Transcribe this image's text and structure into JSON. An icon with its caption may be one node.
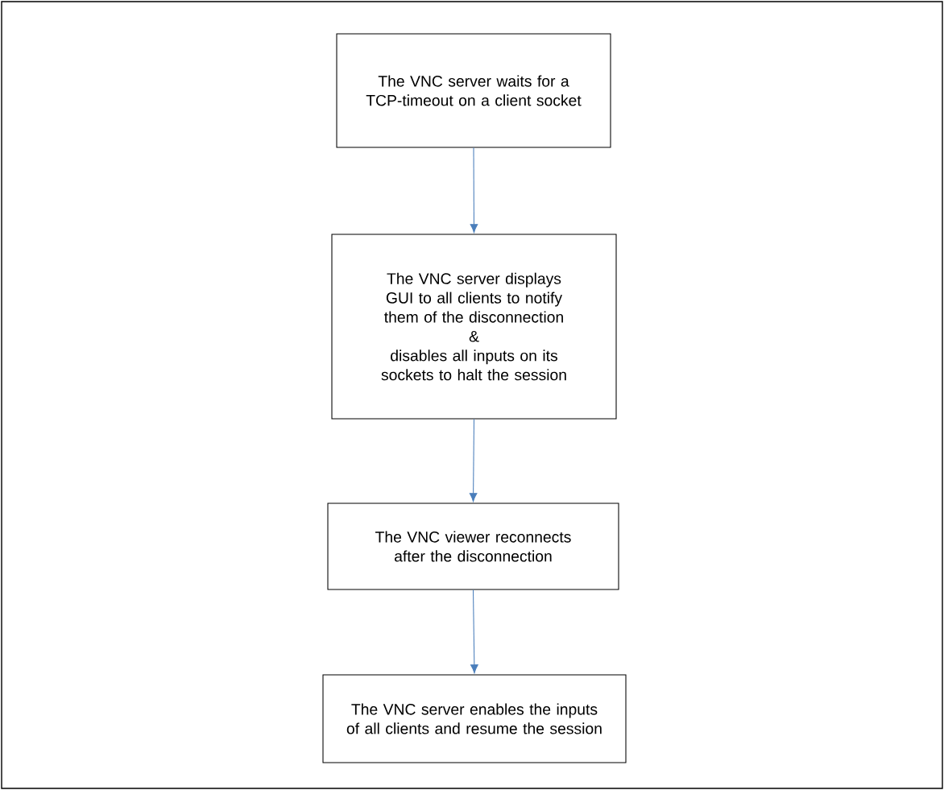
{
  "diagram": {
    "nodes": [
      {
        "text": [
          "The VNC server waits for a TCP-timeout on a client socket"
        ]
      },
      {
        "text": [
          "The VNC server displays GUI to all clients to notify them of the disconnection",
          "&",
          "disables all inputs on its sockets to halt the session"
        ]
      },
      {
        "text": [
          "The VNC viewer reconnects after the disconnection"
        ]
      },
      {
        "text": [
          "The VNC server enables the inputs of all clients and resume the session"
        ]
      }
    ],
    "edges": [
      {
        "from": 0,
        "to": 1,
        "arrow": "to",
        "color": "#4a7ebb"
      },
      {
        "from": 1,
        "to": 2,
        "arrow": "to",
        "color": "#4a7ebb"
      },
      {
        "from": 2,
        "to": 3,
        "arrow": "to",
        "color": "#4a7ebb"
      }
    ]
  }
}
